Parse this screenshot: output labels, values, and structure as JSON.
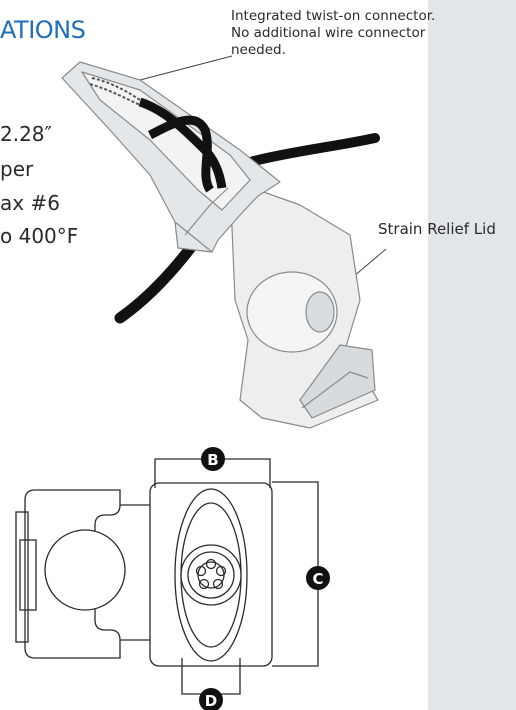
{
  "heading": "ATIONS",
  "specs": [
    "2.28″",
    "per",
    "ax #6",
    "o 400°F"
  ],
  "callouts": {
    "connector": [
      "Integrated twist-on connector.",
      "No additional wire connector",
      "needed."
    ],
    "strain_relief": "Strain Relief Lid"
  },
  "dimension_labels": {
    "b": "B",
    "c": "C",
    "d": "D"
  },
  "colors": {
    "heading": "#1f6fb6",
    "sidebar": "#e3e6e9",
    "badge": "#111111"
  }
}
